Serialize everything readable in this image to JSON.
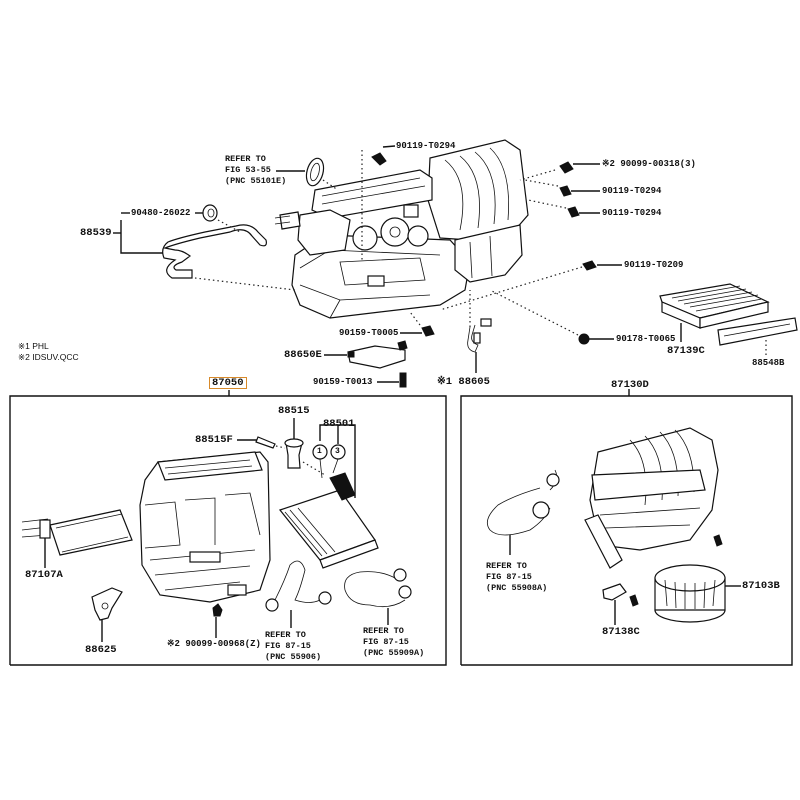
{
  "diagram": {
    "type": "parts-exploded-view",
    "notes": [
      "※1 PHL",
      "※2 IDSUV.QCC"
    ],
    "top_labels": {
      "refer_53": [
        "REFER TO",
        "FIG 53-55",
        "(PNC 55101E)"
      ],
      "bolt_top": "90119-T0294",
      "screw_note2": "※2 90099-00318(3)",
      "bolt_right1": "90119-T0294",
      "bolt_right2": "90119-T0294",
      "bolt_right3": "90119-T0209",
      "nut_right": "90178-T0065",
      "filter": "87139C",
      "cover": "88548B",
      "hose_assy": "88539",
      "hose_nut": "90480-26022",
      "bolt_bottom": "90159-T0005",
      "amp": "88650E",
      "amp_bolt": "90159-T0013",
      "sensor": "※1 88605"
    },
    "left_group": {
      "label": "87050",
      "parts": {
        "valve": "88515",
        "valve_bolt": "88515F",
        "evaporator": "88501",
        "circle_1": "1",
        "circle_3": "3",
        "heater_core": "87107A",
        "bracket": "88625",
        "screw_note": "※2 90099-00968(Z)",
        "refer_a": [
          "REFER TO",
          "FIG 87-15",
          "(PNC 55906)"
        ],
        "refer_b": [
          "REFER TO",
          "FIG 87-15",
          "(PNC 55909A)"
        ]
      }
    },
    "right_group": {
      "label": "87130D",
      "parts": {
        "refer": [
          "REFER TO",
          "FIG 87-15",
          "(PNC 55908A)"
        ],
        "blower_motor": "87103B",
        "resistor": "87138C"
      }
    },
    "colors": {
      "highlight": "#d88a2a",
      "ink": "#111111"
    }
  }
}
